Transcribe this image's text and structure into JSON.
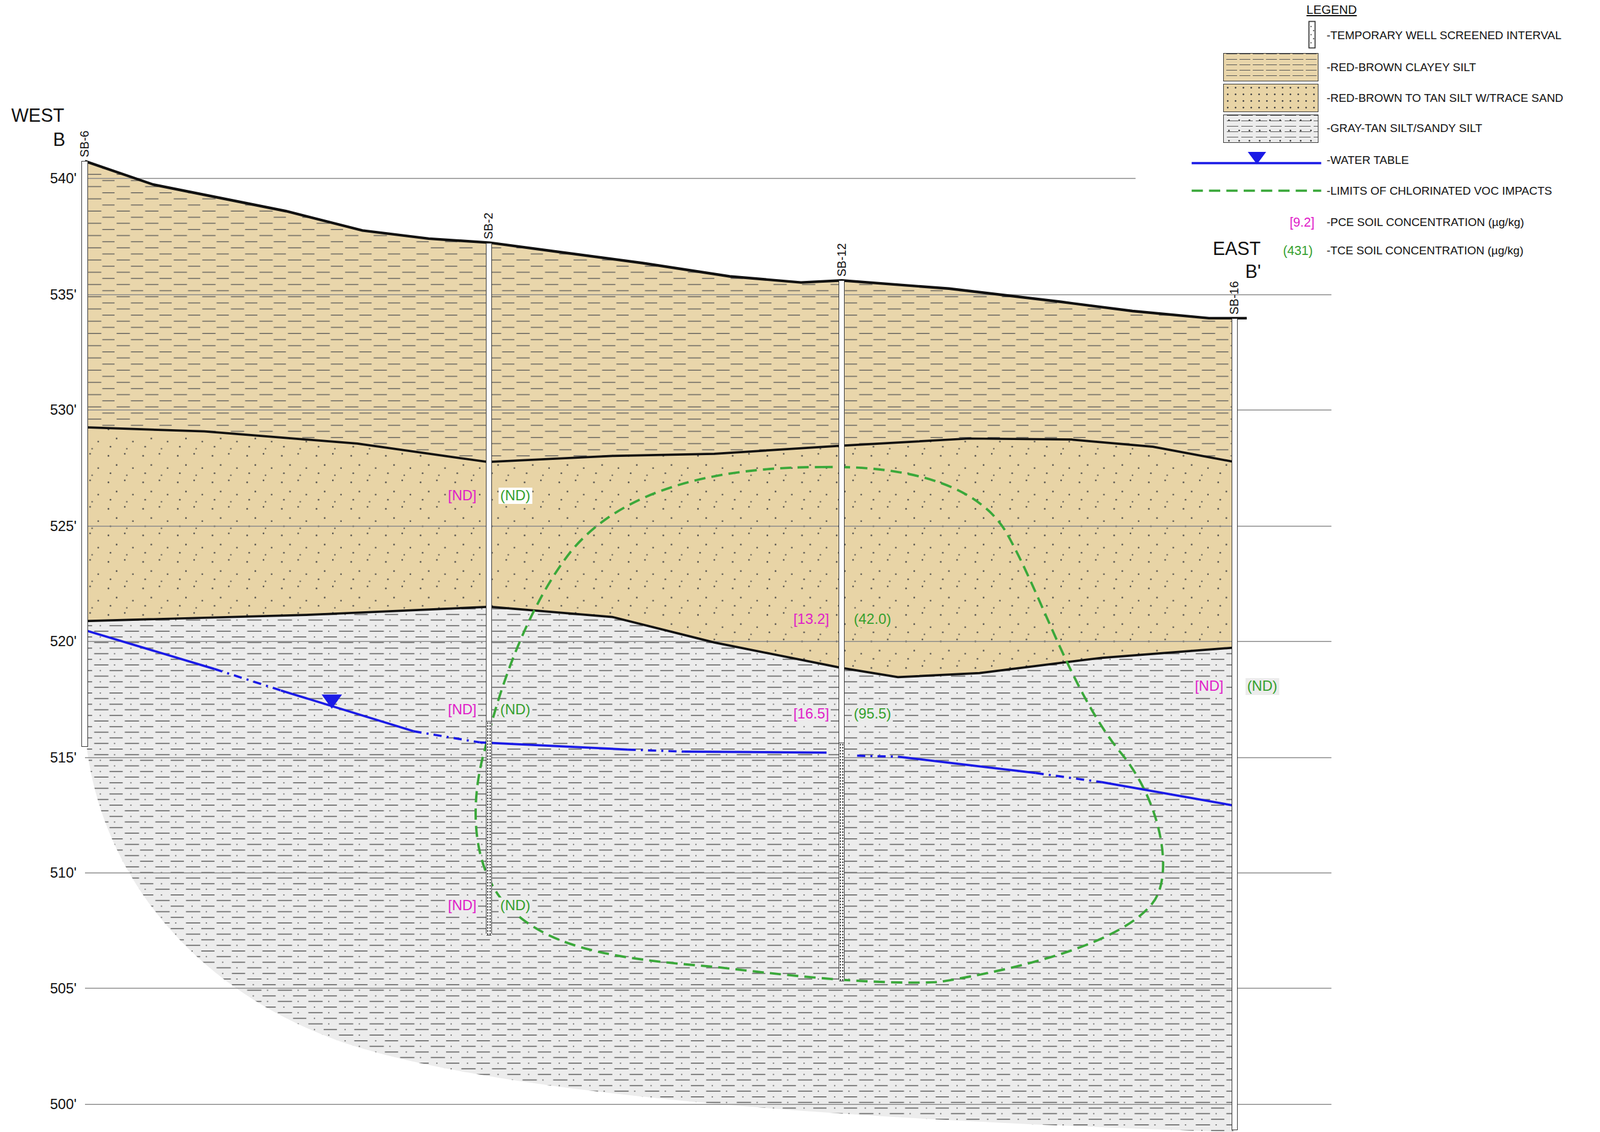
{
  "diagram": {
    "nodes": [
      {
        "text": [
          "SB-6"
        ]
      },
      {
        "text": [
          "SB-2"
        ]
      },
      {
        "text": [
          "SB-12"
        ]
      },
      {
        "text": [
          "SB-16"
        ]
      }
    ],
    "labels": [
      "WEST",
      "B",
      "EAST",
      "B'",
      "540'",
      "535'",
      "530'",
      "525'",
      "520'",
      "515'",
      "510'",
      "505'",
      "500'",
      "[ND]",
      "(ND)",
      "[ND]",
      "(ND)",
      "[ND]",
      "(ND)",
      "[13.2]",
      "(42.0)",
      "[16.5]",
      "(95.5)",
      "[ND]",
      "(ND)",
      "LEGEND",
      "[9.2]",
      "(431)"
    ],
    "legend": [
      {
        "text": "-TEMPORARY WELL SCREENED INTERVAL"
      },
      {
        "text": "-RED-BROWN CLAYEY SILT",
        "color": "#e9d6ab"
      },
      {
        "text": "-RED-BROWN TO TAN SILT W/TRACE SAND",
        "color": "#e8d4a6"
      },
      {
        "text": "-GRAY-TAN SILT/SANDY SILT",
        "color": "#ececec"
      },
      {
        "text": "-WATER TABLE"
      },
      {
        "text": "-LIMITS OF CHLORINATED VOC IMPACTS"
      },
      {
        "text": "-PCE SOIL CONCENTRATION (µg/kg)"
      },
      {
        "text": "-TCE SOIL CONCENTRATION (µg/kg)"
      }
    ]
  }
}
